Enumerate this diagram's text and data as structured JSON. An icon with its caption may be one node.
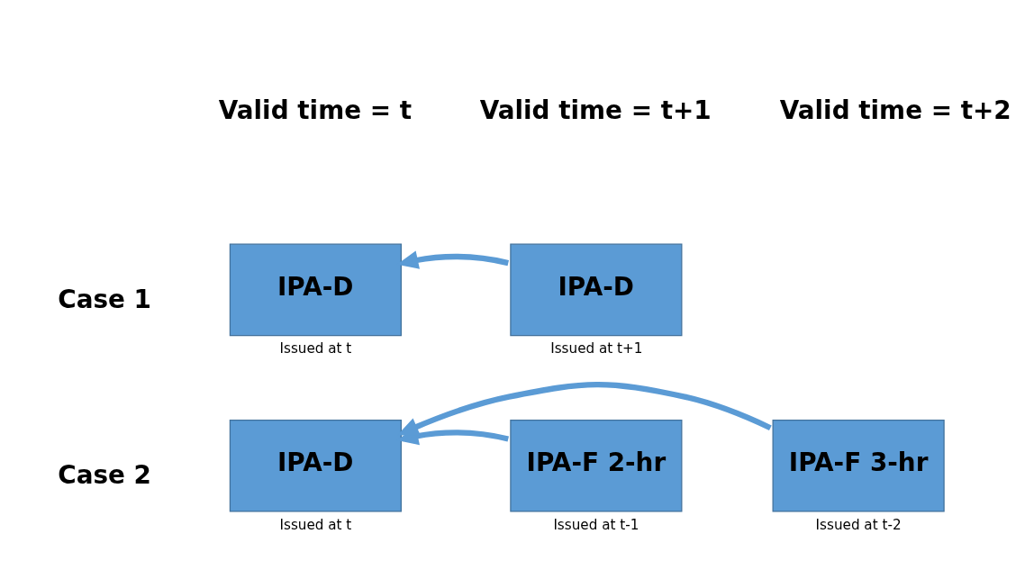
{
  "diagram": {
    "nodes": [
      {
        "text": [
          "IPA-D"
        ],
        "beside": [
          "Issued at t"
        ]
      },
      {
        "text": [
          "IPA-D"
        ],
        "beside": [
          "Issued at t+1"
        ]
      },
      {
        "text": [
          "IPA-D"
        ],
        "beside": [
          "Issued at t"
        ]
      },
      {
        "text": [
          "IPA-F 2-hr"
        ],
        "beside": [
          "Issued at t-1"
        ]
      },
      {
        "text": [
          "IPA-F 3-hr"
        ],
        "beside": [
          "Issued at t-2"
        ]
      }
    ],
    "edges": [
      {
        "from": 1,
        "to": 0,
        "arrow": "to"
      },
      {
        "from": 3,
        "to": 2,
        "arrow": "to"
      },
      {
        "from": 4,
        "to": 2,
        "arrow": "to"
      }
    ],
    "labels": [
      "Valid time = t",
      "Valid time = t+1",
      "Valid time = t+2",
      "Case 1",
      "Case 2"
    ]
  }
}
